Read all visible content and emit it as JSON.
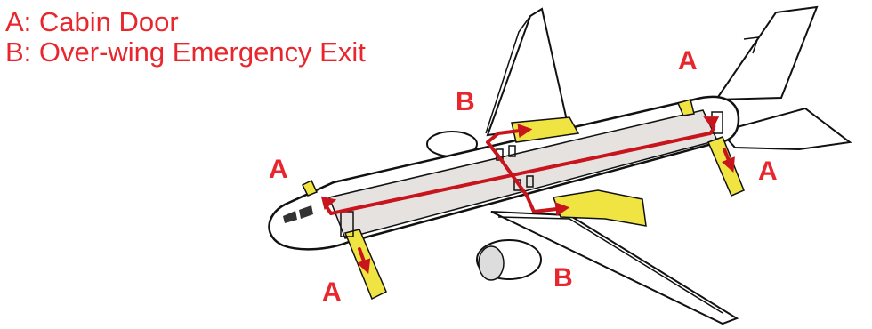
{
  "legend": {
    "line_a": "A: Cabin Door",
    "line_b": "B: Over-wing Emergency Exit"
  },
  "callouts": {
    "top_right_a": "A",
    "left_a": "A",
    "right_a": "A",
    "bottom_left_a": "A",
    "top_b": "B",
    "bottom_b": "B"
  },
  "colors": {
    "label_red": "#e8262d",
    "route_red": "#c8141c",
    "slide_yellow": "#f0e443",
    "outline": "#111111",
    "cabin_fill": "#e6e2df"
  }
}
